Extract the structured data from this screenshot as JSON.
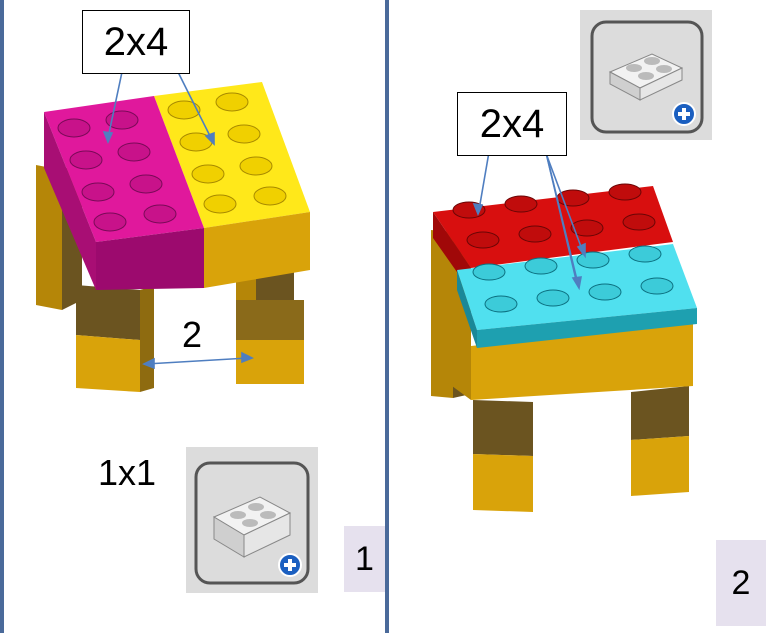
{
  "step1": {
    "brick_label": "2x4",
    "spacing_label": "2",
    "leg_label": "1x1",
    "step_number": "1"
  },
  "step2": {
    "brick_label": "2x4",
    "step_number": "2"
  },
  "colors": {
    "magenta": "#e0189c",
    "yellow": "#ffe81a",
    "red": "#d80f0f",
    "cyan": "#50e0ef",
    "tan": "#d9a30a",
    "dark_leg": "#6b5420",
    "arrow": "#4f7ec0",
    "divider": "#4a6a9a"
  },
  "icons": [
    "add-brick-icon",
    "add-plate-icon"
  ]
}
